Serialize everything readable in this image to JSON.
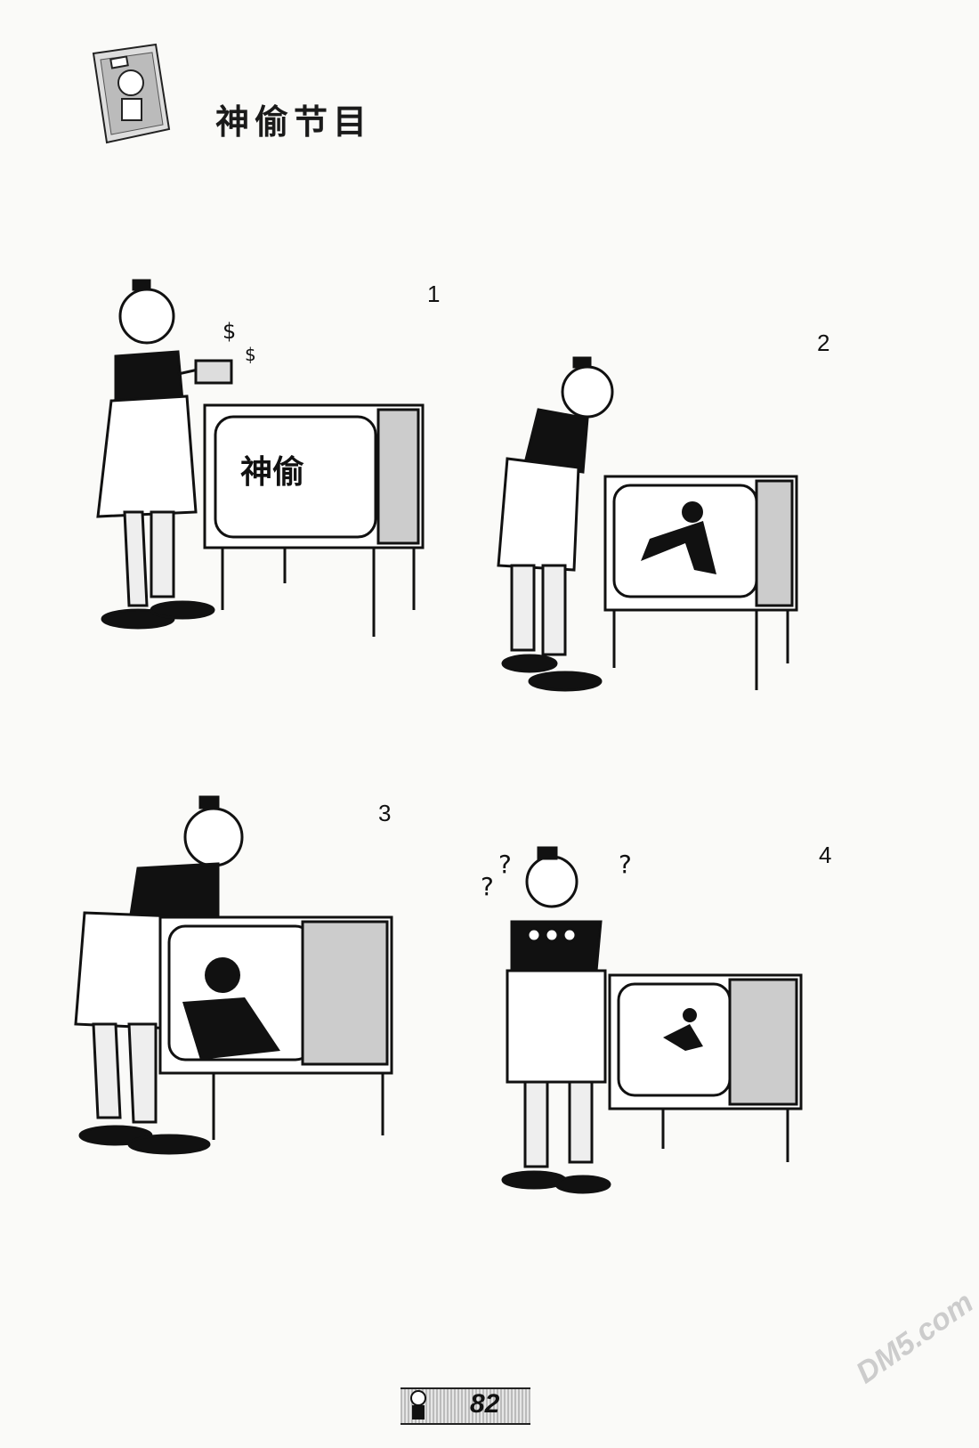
{
  "page": {
    "title": "神偷节目",
    "page_number": "82",
    "watermark": "DM5.com"
  },
  "panels": [
    {
      "number": "1",
      "tv_screen_text": "神偷"
    },
    {
      "number": "2"
    },
    {
      "number": "3"
    },
    {
      "number": "4"
    }
  ],
  "colors": {
    "ink": "#111111",
    "paper": "#fafaf8",
    "gray": "#bbbbbb"
  }
}
